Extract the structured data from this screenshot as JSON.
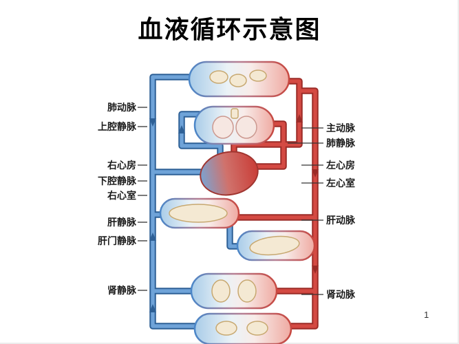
{
  "slide": {
    "title": "血液循环示意图",
    "page_number": "1"
  },
  "diagram": {
    "left_labels": [
      {
        "label": "肺动脉"
      },
      {
        "label": "上腔静脉"
      },
      {
        "label": "右心房"
      },
      {
        "label": "下腔静脉"
      },
      {
        "label": "右心室"
      },
      {
        "label": "肝静脉"
      },
      {
        "label": "肝门静脉"
      },
      {
        "label": "肾静脉"
      }
    ],
    "right_labels": [
      {
        "label": "主动脉"
      },
      {
        "label": "肺静脉"
      },
      {
        "label": "左心房"
      },
      {
        "label": "左心室"
      },
      {
        "label": "肝动脉"
      },
      {
        "label": "肾动脉"
      }
    ],
    "colors": {
      "artery": "#d44a43",
      "artery_dark": "#9c2b27",
      "vein": "#6fa3d8",
      "vein_dark": "#2e6096",
      "capsule_blue": "#a9cce8",
      "capsule_pink": "#efaaa2",
      "organ_cream": "#f4e9d3"
    }
  }
}
